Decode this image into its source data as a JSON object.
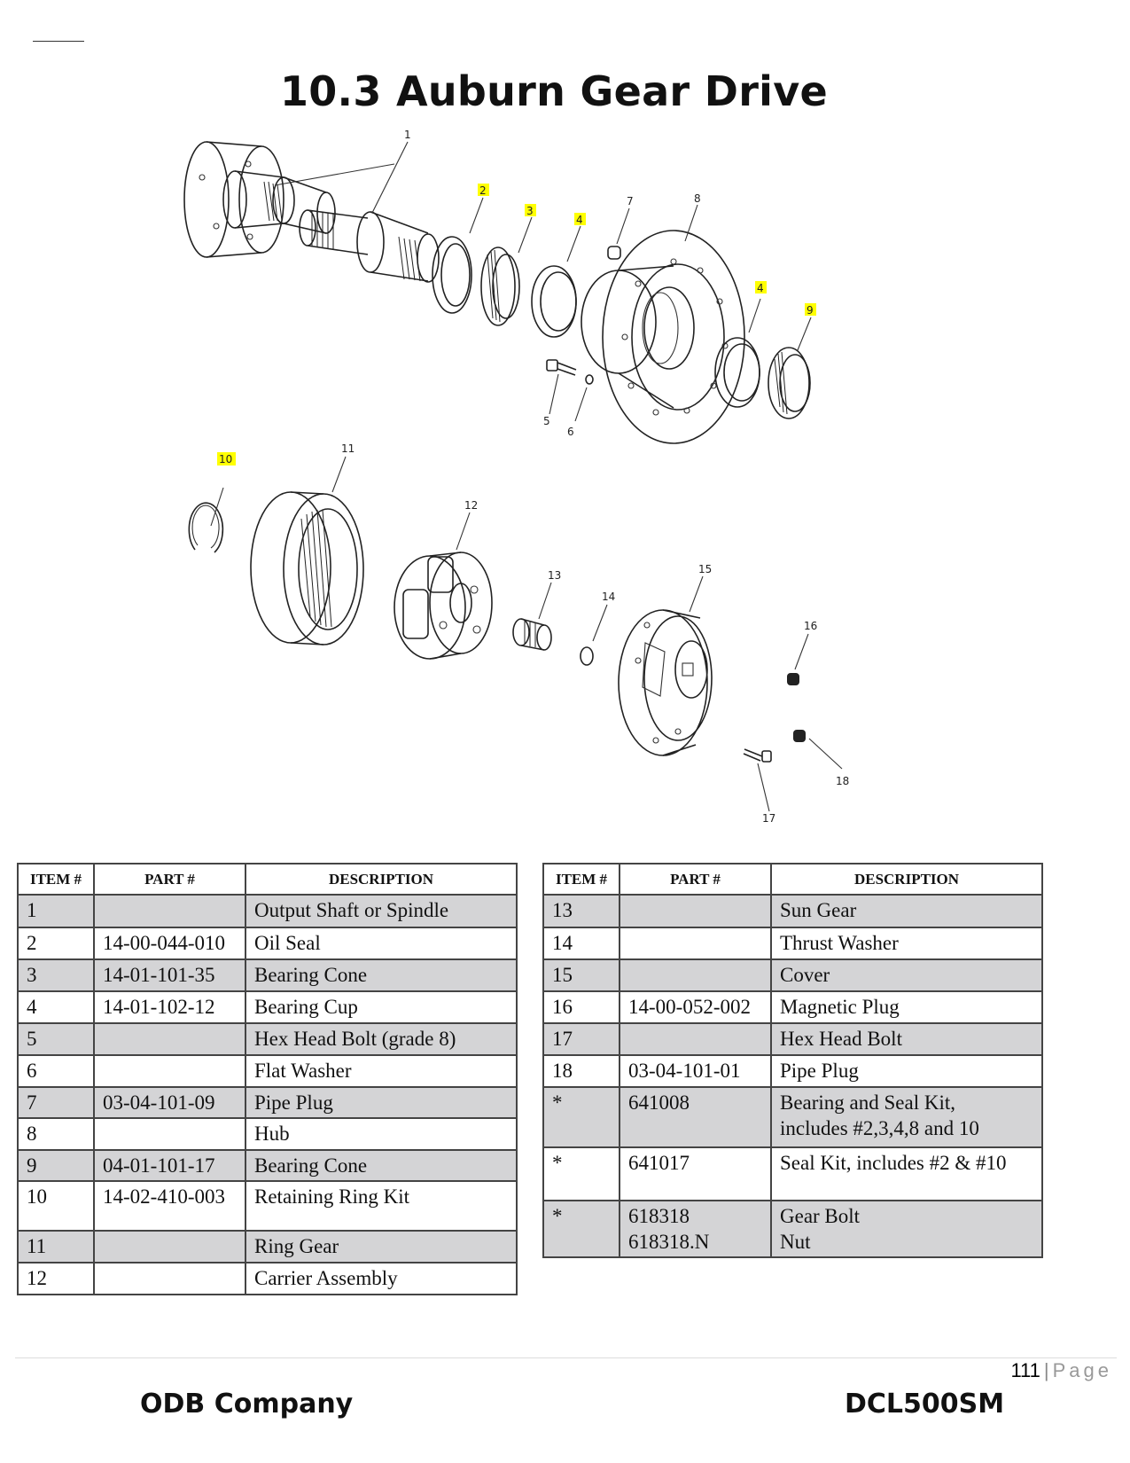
{
  "page": {
    "title": "10.3 Auburn Gear Drive"
  },
  "diagram": {
    "callouts": [
      "1",
      "2",
      "3",
      "4",
      "7",
      "8",
      "4",
      "9",
      "5",
      "6",
      "10",
      "11",
      "12",
      "13",
      "14",
      "15",
      "16",
      "17",
      "18"
    ]
  },
  "parts_table": {
    "headers": {
      "item": "ITEM #",
      "part": "PART #",
      "description": "DESCRIPTION"
    },
    "left_rows": [
      {
        "item": "1",
        "part": "",
        "desc": "Output Shaft or Spindle"
      },
      {
        "item": "2",
        "part": "14-00-044-010",
        "desc": "Oil Seal"
      },
      {
        "item": "3",
        "part": "14-01-101-35",
        "desc": "Bearing Cone"
      },
      {
        "item": "4",
        "part": "14-01-102-12",
        "desc": "Bearing Cup"
      },
      {
        "item": "5",
        "part": "",
        "desc": "Hex Head Bolt (grade 8)"
      },
      {
        "item": "6",
        "part": "",
        "desc": "Flat Washer"
      },
      {
        "item": "7",
        "part": "03-04-101-09",
        "desc": "Pipe Plug"
      },
      {
        "item": "8",
        "part": "",
        "desc": "Hub"
      },
      {
        "item": "9",
        "part": "04-01-101-17",
        "desc": "Bearing Cone"
      },
      {
        "item": "10",
        "part": "14-02-410-003",
        "desc": "Retaining Ring Kit"
      },
      {
        "item": "11",
        "part": "",
        "desc": "Ring Gear"
      },
      {
        "item": "12",
        "part": "",
        "desc": "Carrier Assembly"
      }
    ],
    "right_rows": [
      {
        "item": "13",
        "part": "",
        "desc": "Sun Gear"
      },
      {
        "item": "14",
        "part": "",
        "desc": "Thrust Washer"
      },
      {
        "item": "15",
        "part": "",
        "desc": "Cover"
      },
      {
        "item": "16",
        "part": "14-00-052-002",
        "desc": "Magnetic Plug"
      },
      {
        "item": "17",
        "part": "",
        "desc": "Hex Head Bolt"
      },
      {
        "item": "18",
        "part": "03-04-101-01",
        "desc": "Pipe Plug"
      },
      {
        "item": "*",
        "part": "641008",
        "desc": "Bearing and Seal Kit,",
        "desc2": "includes #2,3,4,8 and 10"
      },
      {
        "item": "*",
        "part": "641017",
        "desc": "Seal Kit, includes #2 & #10"
      },
      {
        "item": "*",
        "part": "618318",
        "part2": "618318.N",
        "desc": "Gear Bolt",
        "desc2": "Nut"
      }
    ]
  },
  "footer": {
    "page_number": "111",
    "page_label": "Page",
    "company": "ODB Company",
    "doc_code": "DCL500SM"
  },
  "colors": {
    "highlight": "#ffff00",
    "row_shade": "#d4d4d6"
  }
}
